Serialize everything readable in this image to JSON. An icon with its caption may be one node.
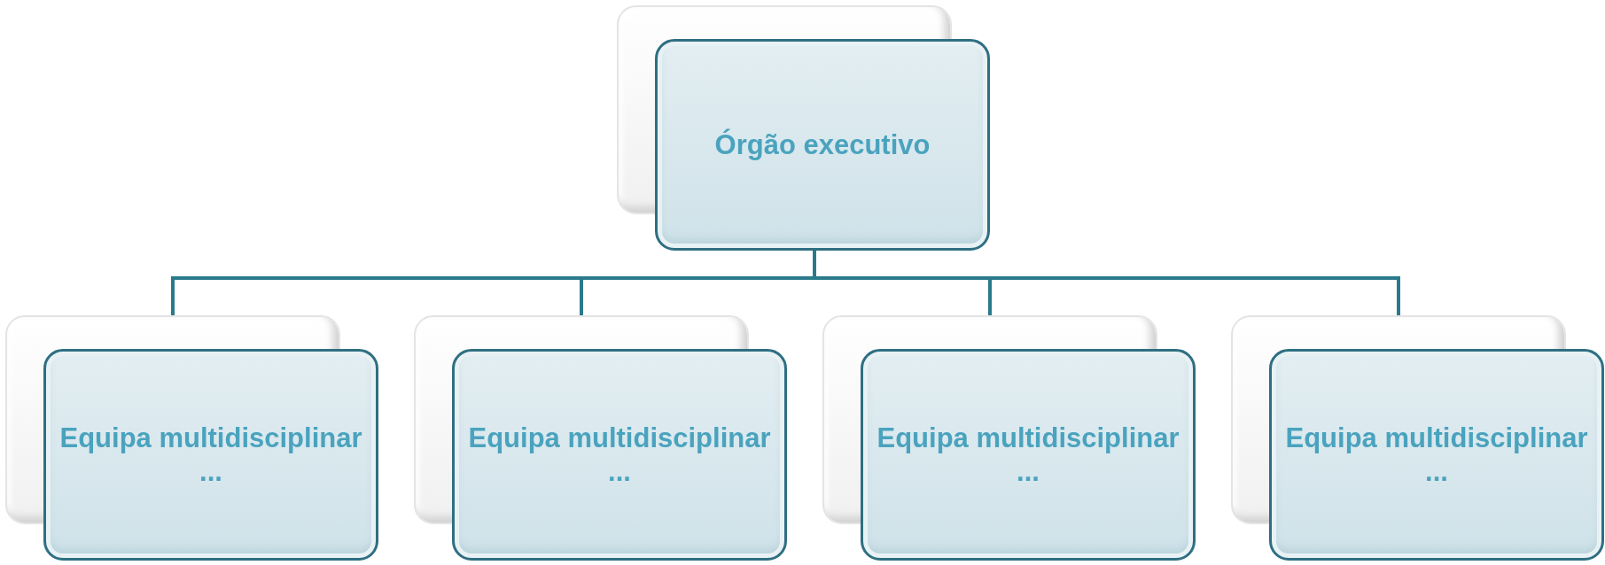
{
  "diagram": {
    "nodes": [
      {
        "text": [
          "Órgão executivo"
        ]
      },
      {
        "text": [
          "Equipa multidisciplinar ..."
        ]
      },
      {
        "text": [
          "Equipa multidisciplinar ..."
        ]
      },
      {
        "text": [
          "Equipa multidisciplinar ..."
        ]
      },
      {
        "text": [
          "Equipa multidisciplinar ..."
        ]
      }
    ],
    "edges": [
      {
        "from": 0,
        "to": 1,
        "arrow": "none"
      },
      {
        "from": 0,
        "to": 2,
        "arrow": "none"
      },
      {
        "from": 0,
        "to": 3,
        "arrow": "none"
      },
      {
        "from": 0,
        "to": 4,
        "arrow": "none"
      }
    ]
  }
}
